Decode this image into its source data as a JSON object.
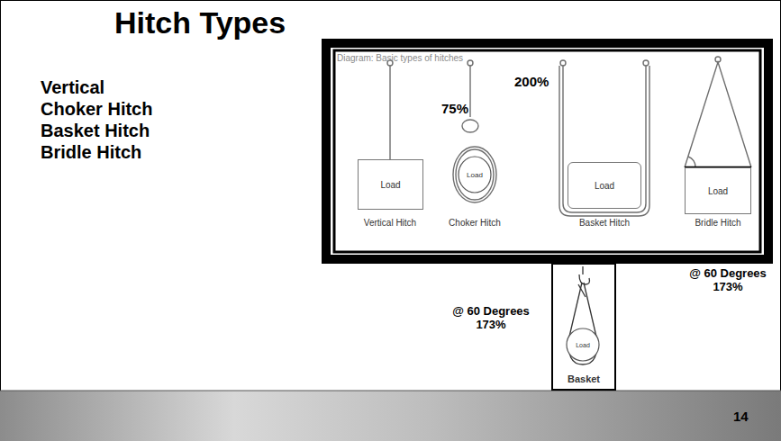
{
  "diagram": {
    "title": "Hitch Types",
    "nodes": [
      {
        "text": [
          "Diagram: Basic types of hitches"
        ]
      },
      {
        "text": [
          "Load"
        ],
        "in": 0
      },
      {
        "text": [
          "Load"
        ],
        "in": 0
      },
      {
        "text": [
          "Load"
        ],
        "in": 0
      },
      {
        "text": [
          "Load"
        ],
        "in": 0
      },
      {
        "text": [
          "Basket"
        ]
      },
      {
        "text": [
          "Load"
        ],
        "in": 5
      }
    ],
    "labels": [
      "Vertical",
      "Choker Hitch",
      "Basket Hitch",
      "Bridle Hitch",
      "75%",
      "200%",
      "Vertical Hitch",
      "Choker Hitch",
      "Basket Hitch",
      "Bridle Hitch",
      "@ 60 Degrees 173%",
      "@ 60 Degrees 173%",
      "14"
    ]
  }
}
